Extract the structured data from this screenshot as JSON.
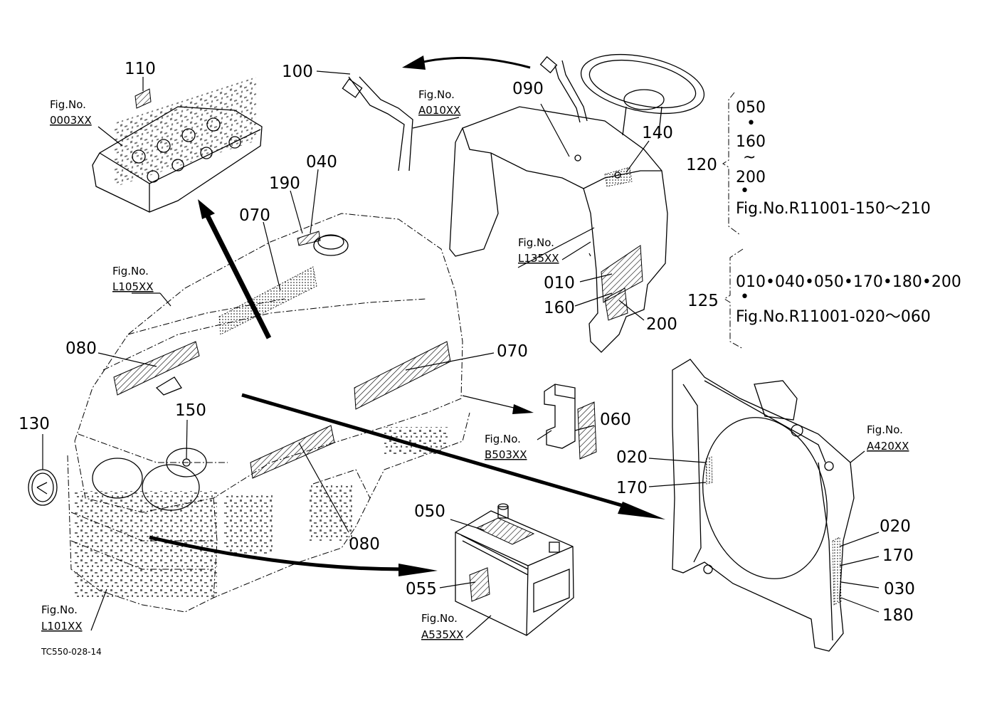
{
  "labels": {
    "l110": "110",
    "l100": "100",
    "l090": "090",
    "l140": "140",
    "l040": "040",
    "l190": "190",
    "l070a": "070",
    "l070b": "070",
    "l080a": "080",
    "l080b": "080",
    "l150": "150",
    "l130": "130",
    "l010": "010",
    "l160": "160",
    "l200": "200",
    "l060": "060",
    "l020a": "020",
    "l170a": "170",
    "l020b": "020",
    "l170b": "170",
    "l030": "030",
    "l180": "180",
    "l050": "050",
    "l055": "055",
    "l120": "120",
    "l125": "125"
  },
  "figrefs": {
    "f0003_a": "Fig.No.",
    "f0003_b": "0003XX",
    "fA010_a": "Fig.No.",
    "fA010_b": "A010XX",
    "fL105_a": "Fig.No.",
    "fL105_b": "L105XX",
    "fL135_a": "Fig.No.",
    "fL135_b": "L135XX",
    "fB503_a": "Fig.No.",
    "fB503_b": "B503XX",
    "fA420_a": "Fig.No.",
    "fA420_b": "A420XX",
    "fA535_a": "Fig.No.",
    "fA535_b": "A535XX",
    "fL101_a": "Fig.No.",
    "fL101_b": "L101XX"
  },
  "bracket120": {
    "line1": "050",
    "dot1": "•",
    "line2": "160",
    "tilde": "~",
    "line3": "200",
    "dot2": "•",
    "line4": "Fig.No.R11001-150～210"
  },
  "bracket125": {
    "line1": "010•040•050•170•180•200",
    "dot": "•",
    "line2": "Fig.No.R11001-020～060"
  },
  "drawing_code": "TC550-028-14"
}
